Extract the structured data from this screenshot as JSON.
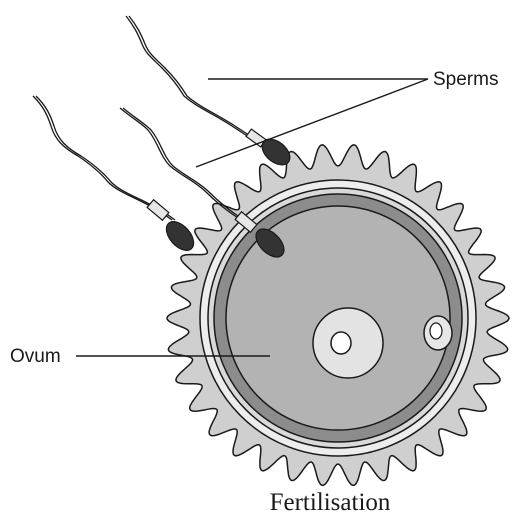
{
  "labels": {
    "sperms": "Sperms",
    "ovum": "Ovum"
  },
  "caption": "Fertilisation",
  "colors": {
    "outer_layer": "#cfcfcf",
    "ring_dark": "#8c8c8c",
    "cytoplasm": "#b3b3b3",
    "nucleus": "#e3e3e3",
    "sperm_head": "#333333",
    "ink": "#1a1a1a"
  }
}
